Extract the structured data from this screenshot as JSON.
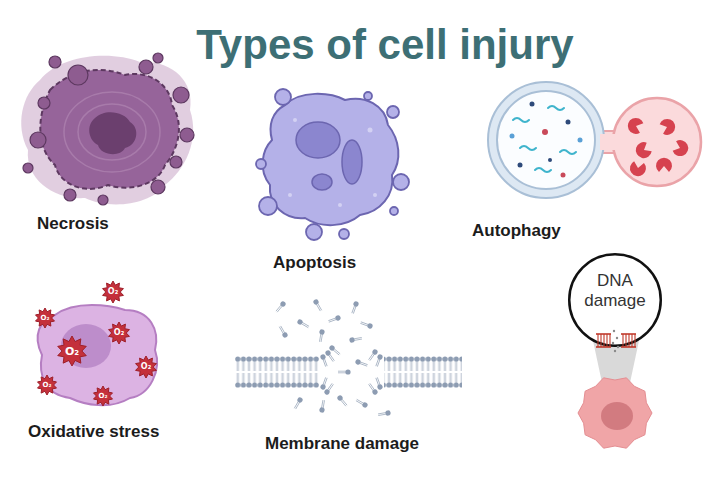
{
  "diagram": {
    "title": "Types of cell injury",
    "nodes": [
      {
        "text": [
          "DNA damage"
        ]
      },
      {
        "text": [
          "O₂"
        ]
      },
      {
        "text": [
          "O₂"
        ]
      },
      {
        "text": [
          "O₂"
        ]
      },
      {
        "text": [
          "O₂"
        ]
      },
      {
        "text": [
          "O₂"
        ]
      },
      {
        "text": [
          "O₂"
        ]
      },
      {
        "text": [
          "O₂"
        ]
      }
    ],
    "labels": [
      "Necrosis",
      "Apoptosis",
      "Autophagy",
      "Oxidative stress",
      "Membrane damage"
    ]
  }
}
